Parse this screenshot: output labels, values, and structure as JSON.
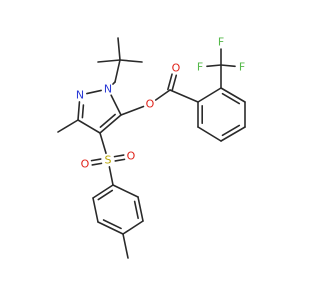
{
  "colors": {
    "bond": "#2a2a2a",
    "background": "#ffffff",
    "N": "#2b3bd6",
    "O": "#e0241b",
    "S": "#b8a400",
    "F": "#55b84a"
  },
  "molecule": {
    "atoms": [
      {
        "id": "a0",
        "element": "C"
      },
      {
        "id": "a1",
        "element": "C"
      },
      {
        "id": "a2",
        "element": "C"
      },
      {
        "id": "a3",
        "element": "C"
      },
      {
        "id": "a4",
        "element": "C"
      },
      {
        "id": "a5",
        "element": "N",
        "label": "N"
      },
      {
        "id": "a6",
        "element": "N",
        "label": "N"
      },
      {
        "id": "a7",
        "element": "C"
      },
      {
        "id": "a8",
        "element": "C"
      },
      {
        "id": "a9",
        "element": "C"
      },
      {
        "id": "a10",
        "element": "C"
      },
      {
        "id": "a11",
        "element": "O",
        "label": "O"
      },
      {
        "id": "a12",
        "element": "C"
      },
      {
        "id": "a13",
        "element": "O",
        "label": "O"
      },
      {
        "id": "a14",
        "element": "C"
      },
      {
        "id": "a15",
        "element": "C"
      },
      {
        "id": "a16",
        "element": "C"
      },
      {
        "id": "a17",
        "element": "C"
      },
      {
        "id": "a18",
        "element": "C"
      },
      {
        "id": "a19",
        "element": "C"
      },
      {
        "id": "a20",
        "element": "C"
      },
      {
        "id": "a21",
        "element": "F",
        "label": "F"
      },
      {
        "id": "a22",
        "element": "F",
        "label": "F"
      },
      {
        "id": "a23",
        "element": "F",
        "label": "F"
      },
      {
        "id": "a24",
        "element": "S",
        "label": "S"
      },
      {
        "id": "a25",
        "element": "O",
        "label": "O"
      },
      {
        "id": "a26",
        "element": "O",
        "label": "O"
      },
      {
        "id": "a27",
        "element": "C"
      },
      {
        "id": "a28",
        "element": "C"
      },
      {
        "id": "a29",
        "element": "C"
      },
      {
        "id": "a30",
        "element": "C"
      },
      {
        "id": "a31",
        "element": "C"
      },
      {
        "id": "a32",
        "element": "C"
      },
      {
        "id": "a33",
        "element": "C"
      }
    ],
    "bonds": [
      {
        "a": "a0",
        "b": "a1",
        "order": 1
      },
      {
        "a": "a1",
        "b": "a2",
        "order": 1
      },
      {
        "a": "a1",
        "b": "a3",
        "order": 1
      },
      {
        "a": "a1",
        "b": "a4",
        "order": 1
      },
      {
        "a": "a4",
        "b": "a5",
        "order": 1
      },
      {
        "a": "a5",
        "b": "a6",
        "order": 1
      },
      {
        "a": "a6",
        "b": "a7",
        "order": 2
      },
      {
        "a": "a7",
        "b": "a8",
        "order": 1
      },
      {
        "a": "a7",
        "b": "a9",
        "order": 1
      },
      {
        "a": "a9",
        "b": "a10",
        "order": 2
      },
      {
        "a": "a10",
        "b": "a5",
        "order": 1
      },
      {
        "a": "a10",
        "b": "a11",
        "order": 1
      },
      {
        "a": "a11",
        "b": "a12",
        "order": 1
      },
      {
        "a": "a12",
        "b": "a13",
        "order": 2
      },
      {
        "a": "a12",
        "b": "a14",
        "order": 1
      },
      {
        "a": "a14",
        "b": "a15",
        "order": 2
      },
      {
        "a": "a15",
        "b": "a16",
        "order": 1
      },
      {
        "a": "a16",
        "b": "a17",
        "order": 2
      },
      {
        "a": "a17",
        "b": "a18",
        "order": 1
      },
      {
        "a": "a18",
        "b": "a19",
        "order": 2
      },
      {
        "a": "a19",
        "b": "a14",
        "order": 1
      },
      {
        "a": "a19",
        "b": "a20",
        "order": 1
      },
      {
        "a": "a20",
        "b": "a21",
        "order": 1
      },
      {
        "a": "a20",
        "b": "a22",
        "order": 1
      },
      {
        "a": "a20",
        "b": "a23",
        "order": 1
      },
      {
        "a": "a9",
        "b": "a24",
        "order": 1
      },
      {
        "a": "a24",
        "b": "a25",
        "order": 2
      },
      {
        "a": "a24",
        "b": "a26",
        "order": 2
      },
      {
        "a": "a24",
        "b": "a27",
        "order": 1
      },
      {
        "a": "a27",
        "b": "a28",
        "order": 2
      },
      {
        "a": "a28",
        "b": "a29",
        "order": 1
      },
      {
        "a": "a29",
        "b": "a30",
        "order": 2
      },
      {
        "a": "a30",
        "b": "a31",
        "order": 1
      },
      {
        "a": "a31",
        "b": "a32",
        "order": 2
      },
      {
        "a": "a32",
        "b": "a27",
        "order": 1
      },
      {
        "a": "a30",
        "b": "a33",
        "order": 1
      }
    ]
  }
}
